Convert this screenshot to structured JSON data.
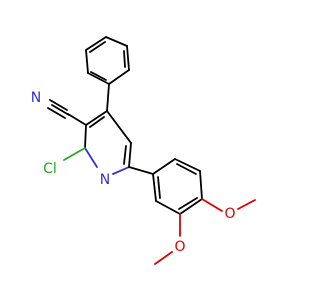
{
  "molecule": {
    "atoms": {
      "nitrile_n": "N",
      "ring_n": "N",
      "chlorine": "Cl",
      "methoxy_o_upper": "O",
      "methoxy_o_lower": "O"
    },
    "colors": {
      "bond": "#000000",
      "nitrogen": "#3333cc",
      "chlorine": "#22aa22",
      "oxygen": "#dd0000"
    }
  }
}
